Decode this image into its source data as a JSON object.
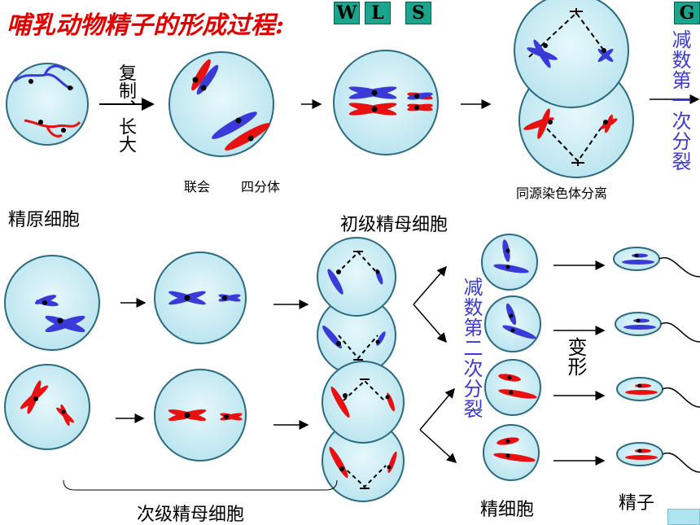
{
  "title": "哺乳动物精子的形成过程:",
  "nav": {
    "w": "W",
    "l": "L",
    "s": "S",
    "g": "G"
  },
  "labels": {
    "replicate": "复制、长大",
    "synapsis": "联会",
    "tetrad": "四分体",
    "homolog_sep": "同源染色体分离",
    "spermatogonium": "精原细胞",
    "primary": "初级精母细胞",
    "meiosis1": "减数第一次分裂",
    "meiosis2": "减数第二次分裂",
    "transform": "变形",
    "secondary": "次级精母细胞",
    "spermatid": "精细胞",
    "sperm": "精子"
  },
  "colors": {
    "cell_fill": "#c9edf4",
    "cell_stroke": "#2a6b80",
    "blue": "#3a3ad8",
    "red": "#e81010",
    "title": "#e00000"
  }
}
